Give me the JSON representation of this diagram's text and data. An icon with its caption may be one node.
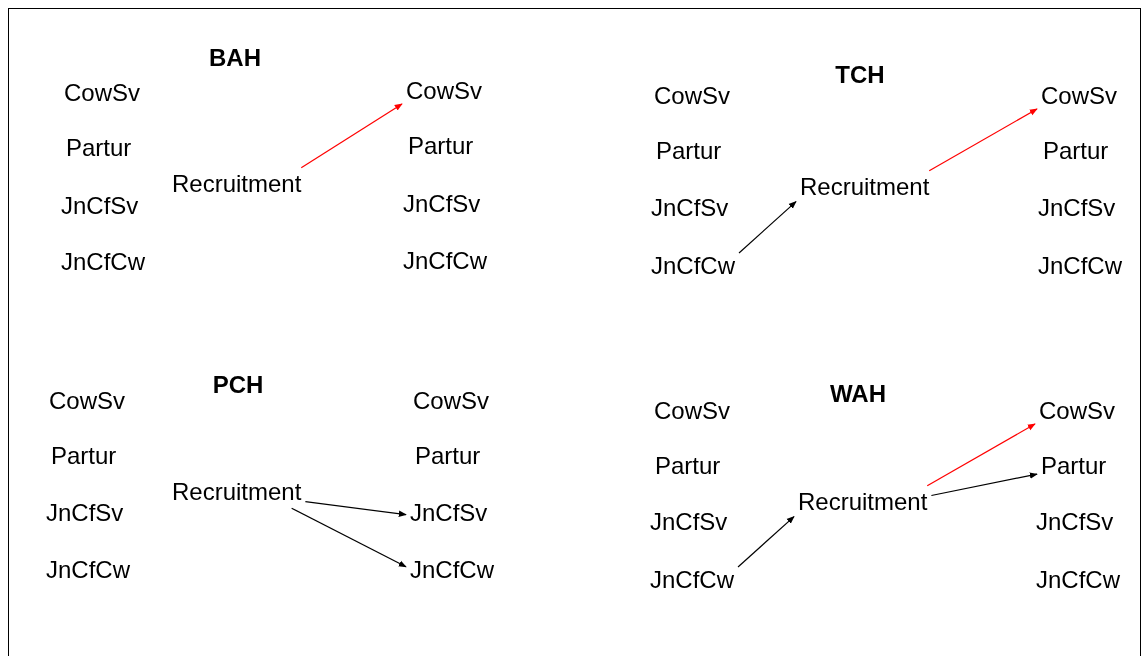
{
  "diagram": {
    "nodes": [
      {
        "text": [
          "CowSv"
        ]
      },
      {
        "text": [
          "Partur"
        ]
      },
      {
        "text": [
          "JnCfSv"
        ]
      },
      {
        "text": [
          "JnCfCw"
        ]
      },
      {
        "text": [
          "Recruitment"
        ]
      },
      {
        "text": [
          "CowSv"
        ]
      },
      {
        "text": [
          "Partur"
        ]
      },
      {
        "text": [
          "JnCfSv"
        ]
      },
      {
        "text": [
          "JnCfCw"
        ]
      },
      {
        "text": [
          "CowSv"
        ]
      },
      {
        "text": [
          "Partur"
        ]
      },
      {
        "text": [
          "JnCfSv"
        ]
      },
      {
        "text": [
          "JnCfCw"
        ]
      },
      {
        "text": [
          "Recruitment"
        ]
      },
      {
        "text": [
          "CowSv"
        ]
      },
      {
        "text": [
          "Partur"
        ]
      },
      {
        "text": [
          "JnCfSv"
        ]
      },
      {
        "text": [
          "JnCfCw"
        ]
      },
      {
        "text": [
          "CowSv"
        ]
      },
      {
        "text": [
          "Partur"
        ]
      },
      {
        "text": [
          "JnCfSv"
        ]
      },
      {
        "text": [
          "JnCfCw"
        ]
      },
      {
        "text": [
          "Recruitment"
        ]
      },
      {
        "text": [
          "CowSv"
        ]
      },
      {
        "text": [
          "Partur"
        ]
      },
      {
        "text": [
          "JnCfSv"
        ]
      },
      {
        "text": [
          "JnCfCw"
        ]
      },
      {
        "text": [
          "CowSv"
        ]
      },
      {
        "text": [
          "Partur"
        ]
      },
      {
        "text": [
          "JnCfSv"
        ]
      },
      {
        "text": [
          "JnCfCw"
        ]
      },
      {
        "text": [
          "Recruitment"
        ]
      },
      {
        "text": [
          "CowSv"
        ]
      },
      {
        "text": [
          "Partur"
        ]
      },
      {
        "text": [
          "JnCfSv"
        ]
      },
      {
        "text": [
          "JnCfCw"
        ]
      }
    ],
    "edges": [
      {
        "from": 4,
        "to": 5,
        "arrow": "to",
        "color": "#ff0000"
      },
      {
        "from": 12,
        "to": 13,
        "arrow": "to"
      },
      {
        "from": 13,
        "to": 14,
        "arrow": "to",
        "color": "#ff0000"
      },
      {
        "from": 22,
        "to": 25,
        "arrow": "to"
      },
      {
        "from": 22,
        "to": 26,
        "arrow": "to"
      },
      {
        "from": 30,
        "to": 31,
        "arrow": "to"
      },
      {
        "from": 31,
        "to": 32,
        "arrow": "to",
        "color": "#ff0000"
      },
      {
        "from": 31,
        "to": 33,
        "arrow": "to"
      }
    ],
    "labels": [
      "BAH",
      "TCH",
      "PCH",
      "WAH"
    ]
  }
}
